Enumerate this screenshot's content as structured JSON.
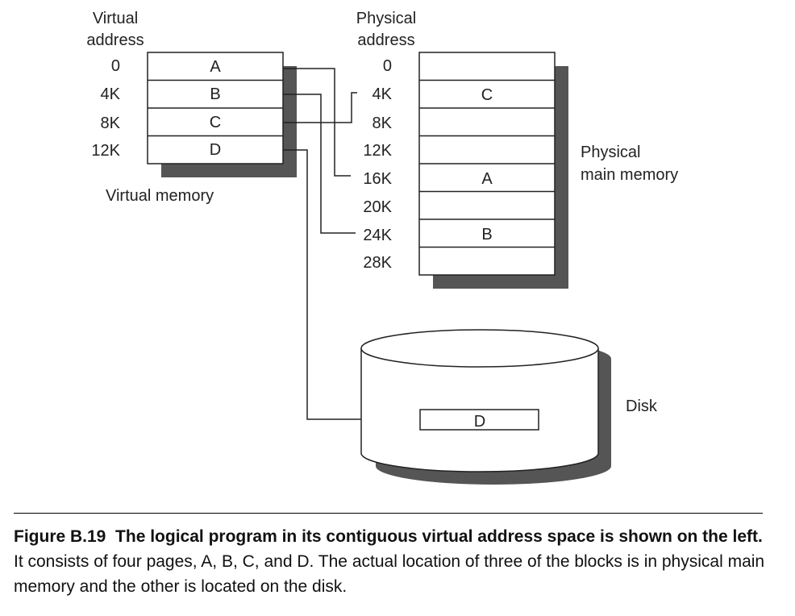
{
  "virtual": {
    "heading_line1": "Virtual",
    "heading_line2": "address",
    "addresses": [
      "0",
      "4K",
      "8K",
      "12K"
    ],
    "pages": [
      "A",
      "B",
      "C",
      "D"
    ],
    "label": "Virtual memory"
  },
  "physical": {
    "heading_line1": "Physical",
    "heading_line2": "address",
    "addresses": [
      "0",
      "4K",
      "8K",
      "12K",
      "16K",
      "20K",
      "24K",
      "28K"
    ],
    "frames": [
      "",
      "C",
      "",
      "",
      "A",
      "",
      "B",
      ""
    ],
    "label_line1": "Physical",
    "label_line2": "main memory"
  },
  "disk": {
    "label": "Disk",
    "block": "D"
  },
  "caption": {
    "figure_number": "Figure B.19",
    "bold_text": "The logical program in its contiguous virtual address space is shown on the left.",
    "text": "It consists of four pages, A, B, C, and D. The actual location of three of the blocks is in physical main memory and the other is located on the disk."
  },
  "colors": {
    "shadow": "#555555",
    "line": "#222222",
    "rule": "#000000"
  }
}
